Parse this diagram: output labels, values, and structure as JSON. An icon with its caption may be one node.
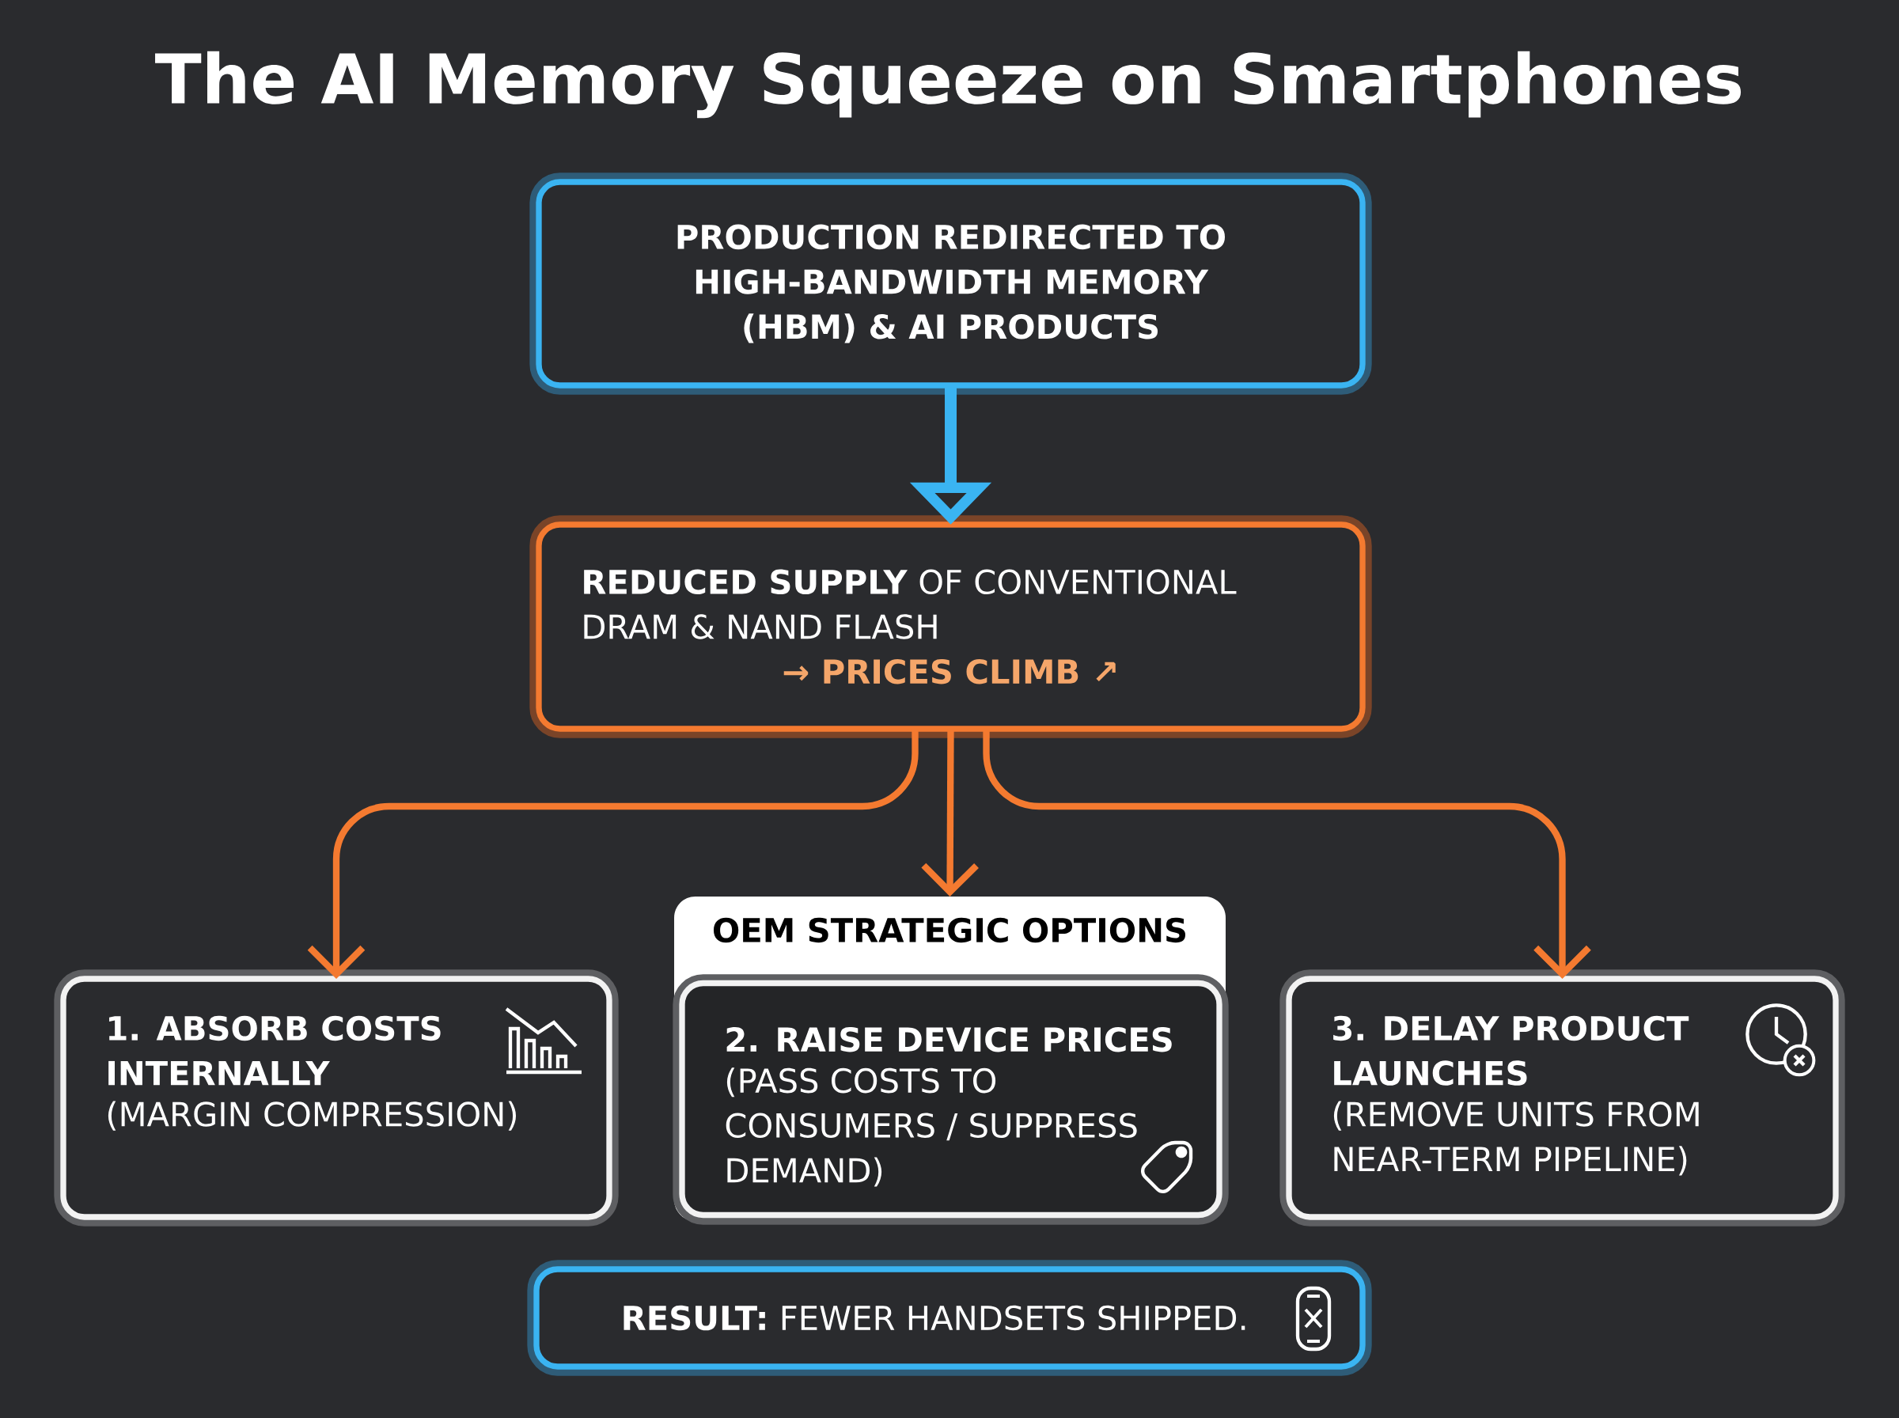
{
  "diagram": {
    "title": "The AI Memory Squeeze on Smartphones",
    "nodes": [
      {
        "text": [
          "PRODUCTION REDIRECTED TO HIGH-BANDWIDTH MEMORY (HBM) & AI PRODUCTS"
        ]
      },
      {
        "text": [
          "**REDUCED SUPPLY** OF CONVENTIONAL DRAM & NAND FLASH",
          "→ PRICES CLIMB ↗"
        ]
      },
      {
        "text": [
          "1. ABSORB COSTS INTERNALLY",
          "(MARGIN COMPRESSION)"
        ]
      },
      {
        "text": [
          "OEM STRATEGIC OPTIONS"
        ]
      },
      {
        "text": [
          "2. RAISE DEVICE PRICES",
          "(PASS COSTS TO CONSUMERS / SUPPRESS DEMAND)"
        ],
        "in": 3
      },
      {
        "text": [
          "3. DELAY PRODUCT LAUNCHES",
          "(REMOVE UNITS FROM NEAR-TERM PIPELINE)"
        ]
      },
      {
        "text": [
          "**RESULT:** FEWER HANDSETS SHIPPED."
        ]
      }
    ],
    "edges": [
      {
        "from": 0,
        "to": 1,
        "arrow": "to",
        "style": "thick",
        "color": "#3ab4f2"
      },
      {
        "from": 1,
        "to": 2,
        "arrow": "to"
      },
      {
        "from": 1,
        "to": 3,
        "arrow": "to"
      },
      {
        "from": 1,
        "to": 5,
        "arrow": "to"
      }
    ]
  }
}
